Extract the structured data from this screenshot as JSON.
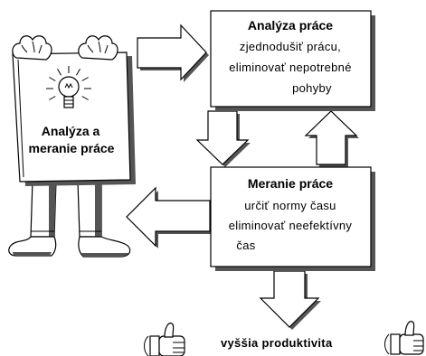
{
  "sign": {
    "line1": "Analýza a",
    "line2": "meranie práce"
  },
  "analysis_box": {
    "title": "Analýza práce",
    "lines": [
      "zjednodušiť prácu,",
      "eliminovať nepotrebné",
      "pohyby"
    ]
  },
  "measurement_box": {
    "title": "Meranie práce",
    "lines": [
      "určiť normy času",
      "eliminovať neefektívny",
      "čas"
    ]
  },
  "result": {
    "label": "vyššia produktivita"
  },
  "icons": {
    "bulb": "lightbulb-icon",
    "thumb": "thumbs-up-icon",
    "hand": "hand-icon",
    "arrow": "block-arrow"
  },
  "colors": {
    "stroke": "#000000",
    "fill": "#ffffff",
    "shadow": "#555555"
  }
}
